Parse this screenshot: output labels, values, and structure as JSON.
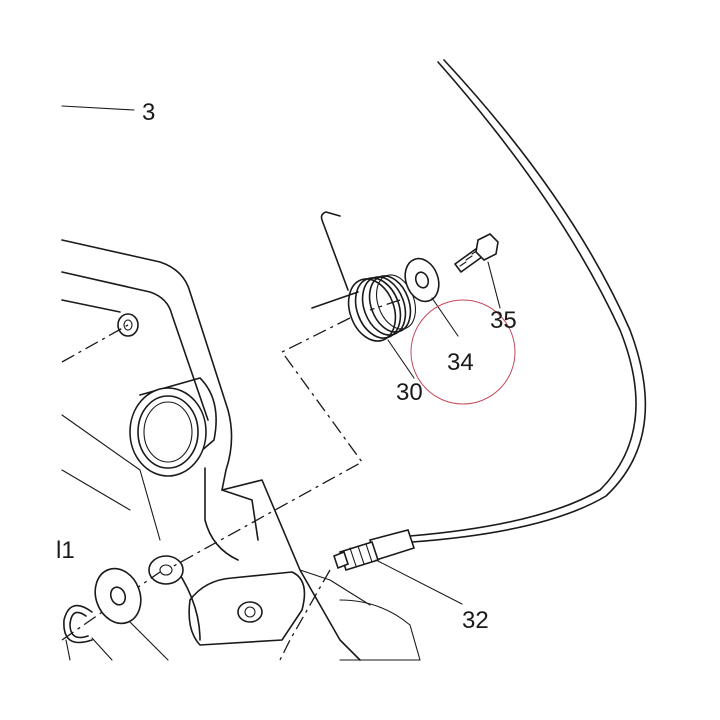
{
  "callouts": {
    "part_3": "3",
    "part_30": "30",
    "part_32": "32",
    "part_34": "34",
    "part_35": "35",
    "part_11_partial": "l1"
  },
  "colors": {
    "line": "#1a1a1a",
    "highlight_circle": "#c44a5a",
    "background": "#ffffff"
  }
}
